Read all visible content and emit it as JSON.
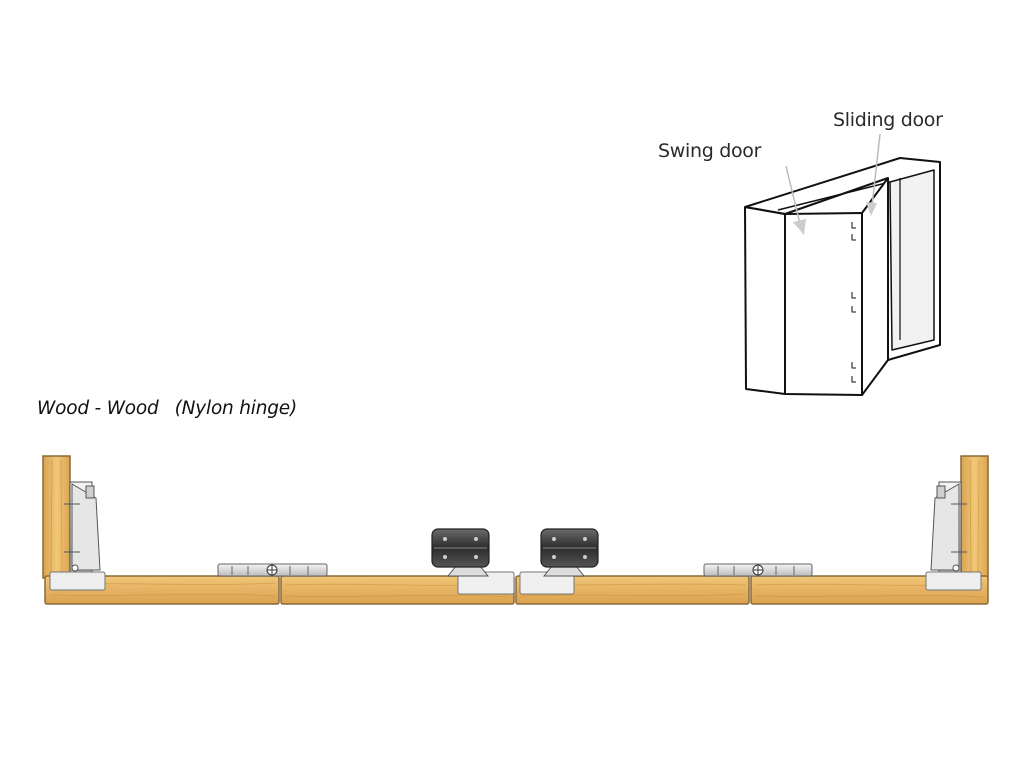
{
  "labels": {
    "swing_door": "Swing door",
    "sliding_door": "Sliding door"
  },
  "caption": {
    "material": "Wood - Wood",
    "hinge_type": "(Nylon hinge)"
  },
  "colors": {
    "wood": "#e8b765",
    "wood_grain": "#c8913f",
    "metal": "#d8d8d8",
    "outline": "#222222",
    "roller_dark": "#3a3a3a"
  }
}
